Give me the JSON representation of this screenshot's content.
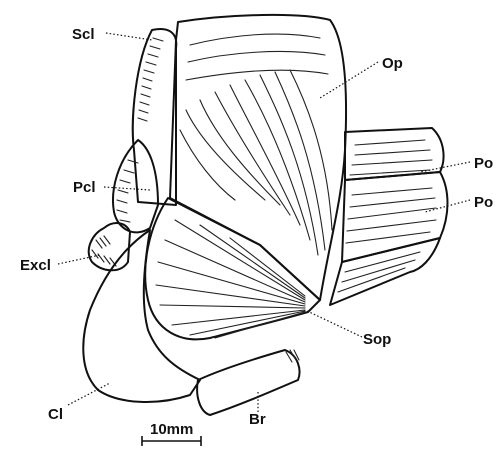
{
  "labels": {
    "scl": "Scl",
    "op": "Op",
    "pcl": "Pcl",
    "po_upper": "Po",
    "po_lower": "Po",
    "excl": "Excl",
    "sop": "Sop",
    "cl": "Cl",
    "br": "Br"
  },
  "scale_bar": "10mm",
  "colors": {
    "ink": "#111111",
    "background": "#ffffff"
  }
}
